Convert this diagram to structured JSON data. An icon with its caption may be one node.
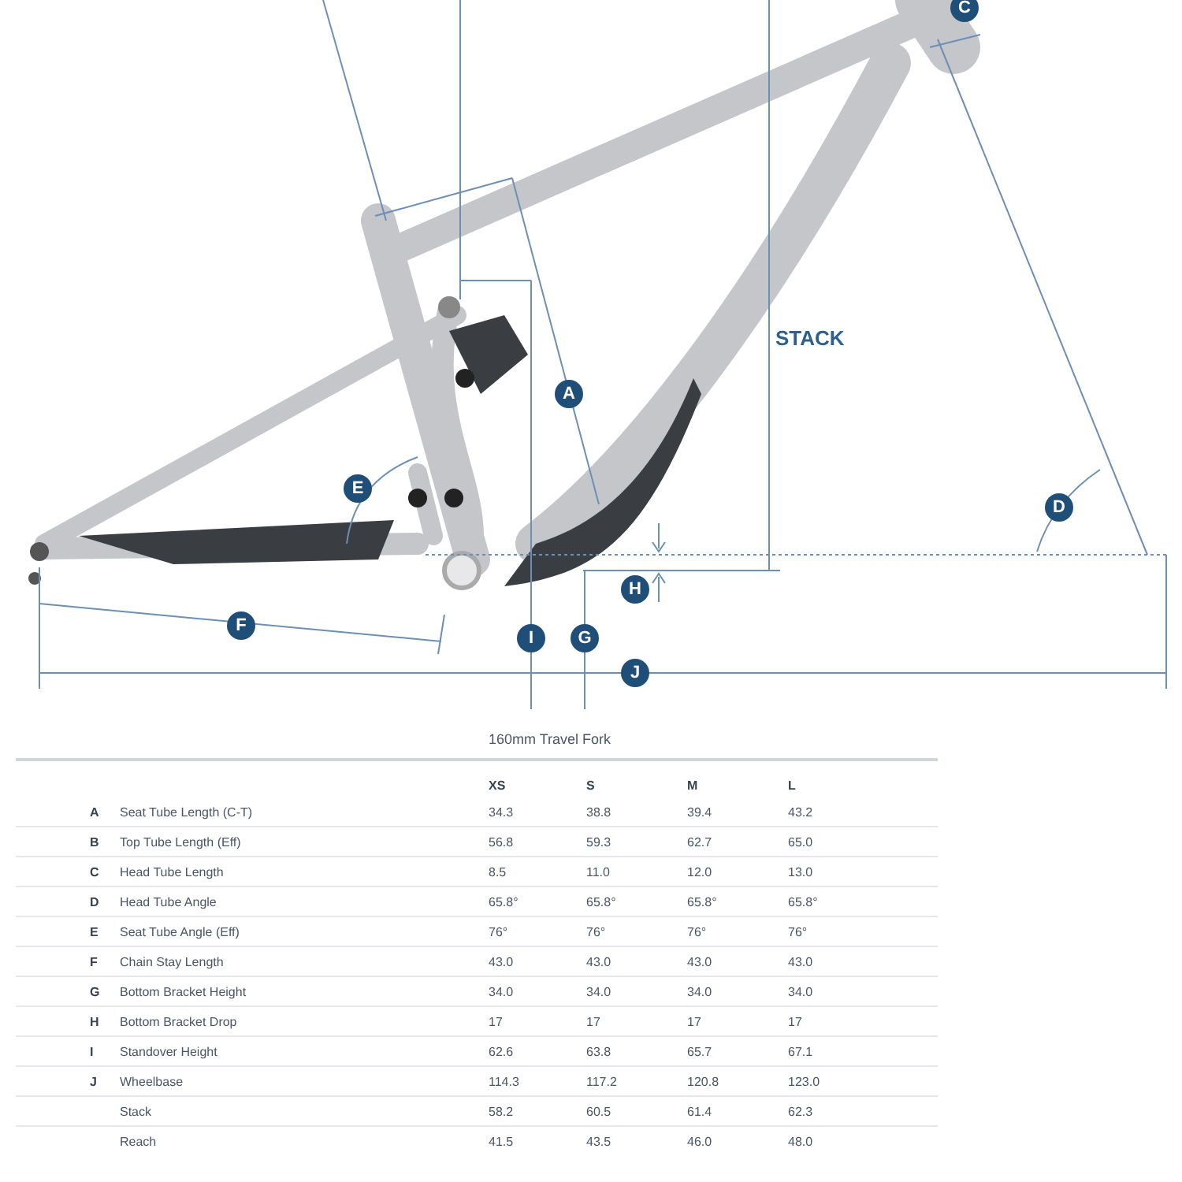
{
  "diagram": {
    "labels": [
      "C",
      "STACK",
      "A",
      "E",
      "D",
      "H",
      "F",
      "I",
      "G",
      "J",
      "160mm Travel Fork",
      "XS",
      "S",
      "M",
      "L",
      "A",
      "Seat Tube Length (C-T)",
      "34.3",
      "38.8",
      "39.4",
      "43.2",
      "B",
      "Top Tube Length (Eff)",
      "56.8",
      "59.3",
      "62.7",
      "65.0",
      "C",
      "Head Tube Length",
      "8.5",
      "11.0",
      "12.0",
      "13.0",
      "D",
      "Head Tube Angle",
      "65.8°",
      "65.8°",
      "65.8°",
      "65.8°",
      "E",
      "Seat Tube Angle (Eff)",
      "76°",
      "76°",
      "76°",
      "76°",
      "F",
      "Chain Stay Length",
      "43.0",
      "43.0",
      "43.0",
      "43.0",
      "G",
      "Bottom Bracket Height",
      "34.0",
      "34.0",
      "34.0",
      "34.0",
      "H",
      "Bottom Bracket Drop",
      "17",
      "17",
      "17",
      "17",
      "I",
      "Standover Height",
      "62.6",
      "63.8",
      "65.7",
      "67.1",
      "J",
      "Wheelbase",
      "114.3",
      "117.2",
      "120.8",
      "123.0",
      "Stack",
      "58.2",
      "60.5",
      "61.4",
      "62.3",
      "Reach",
      "41.5",
      "43.5",
      "46.0",
      "48.0"
    ]
  }
}
